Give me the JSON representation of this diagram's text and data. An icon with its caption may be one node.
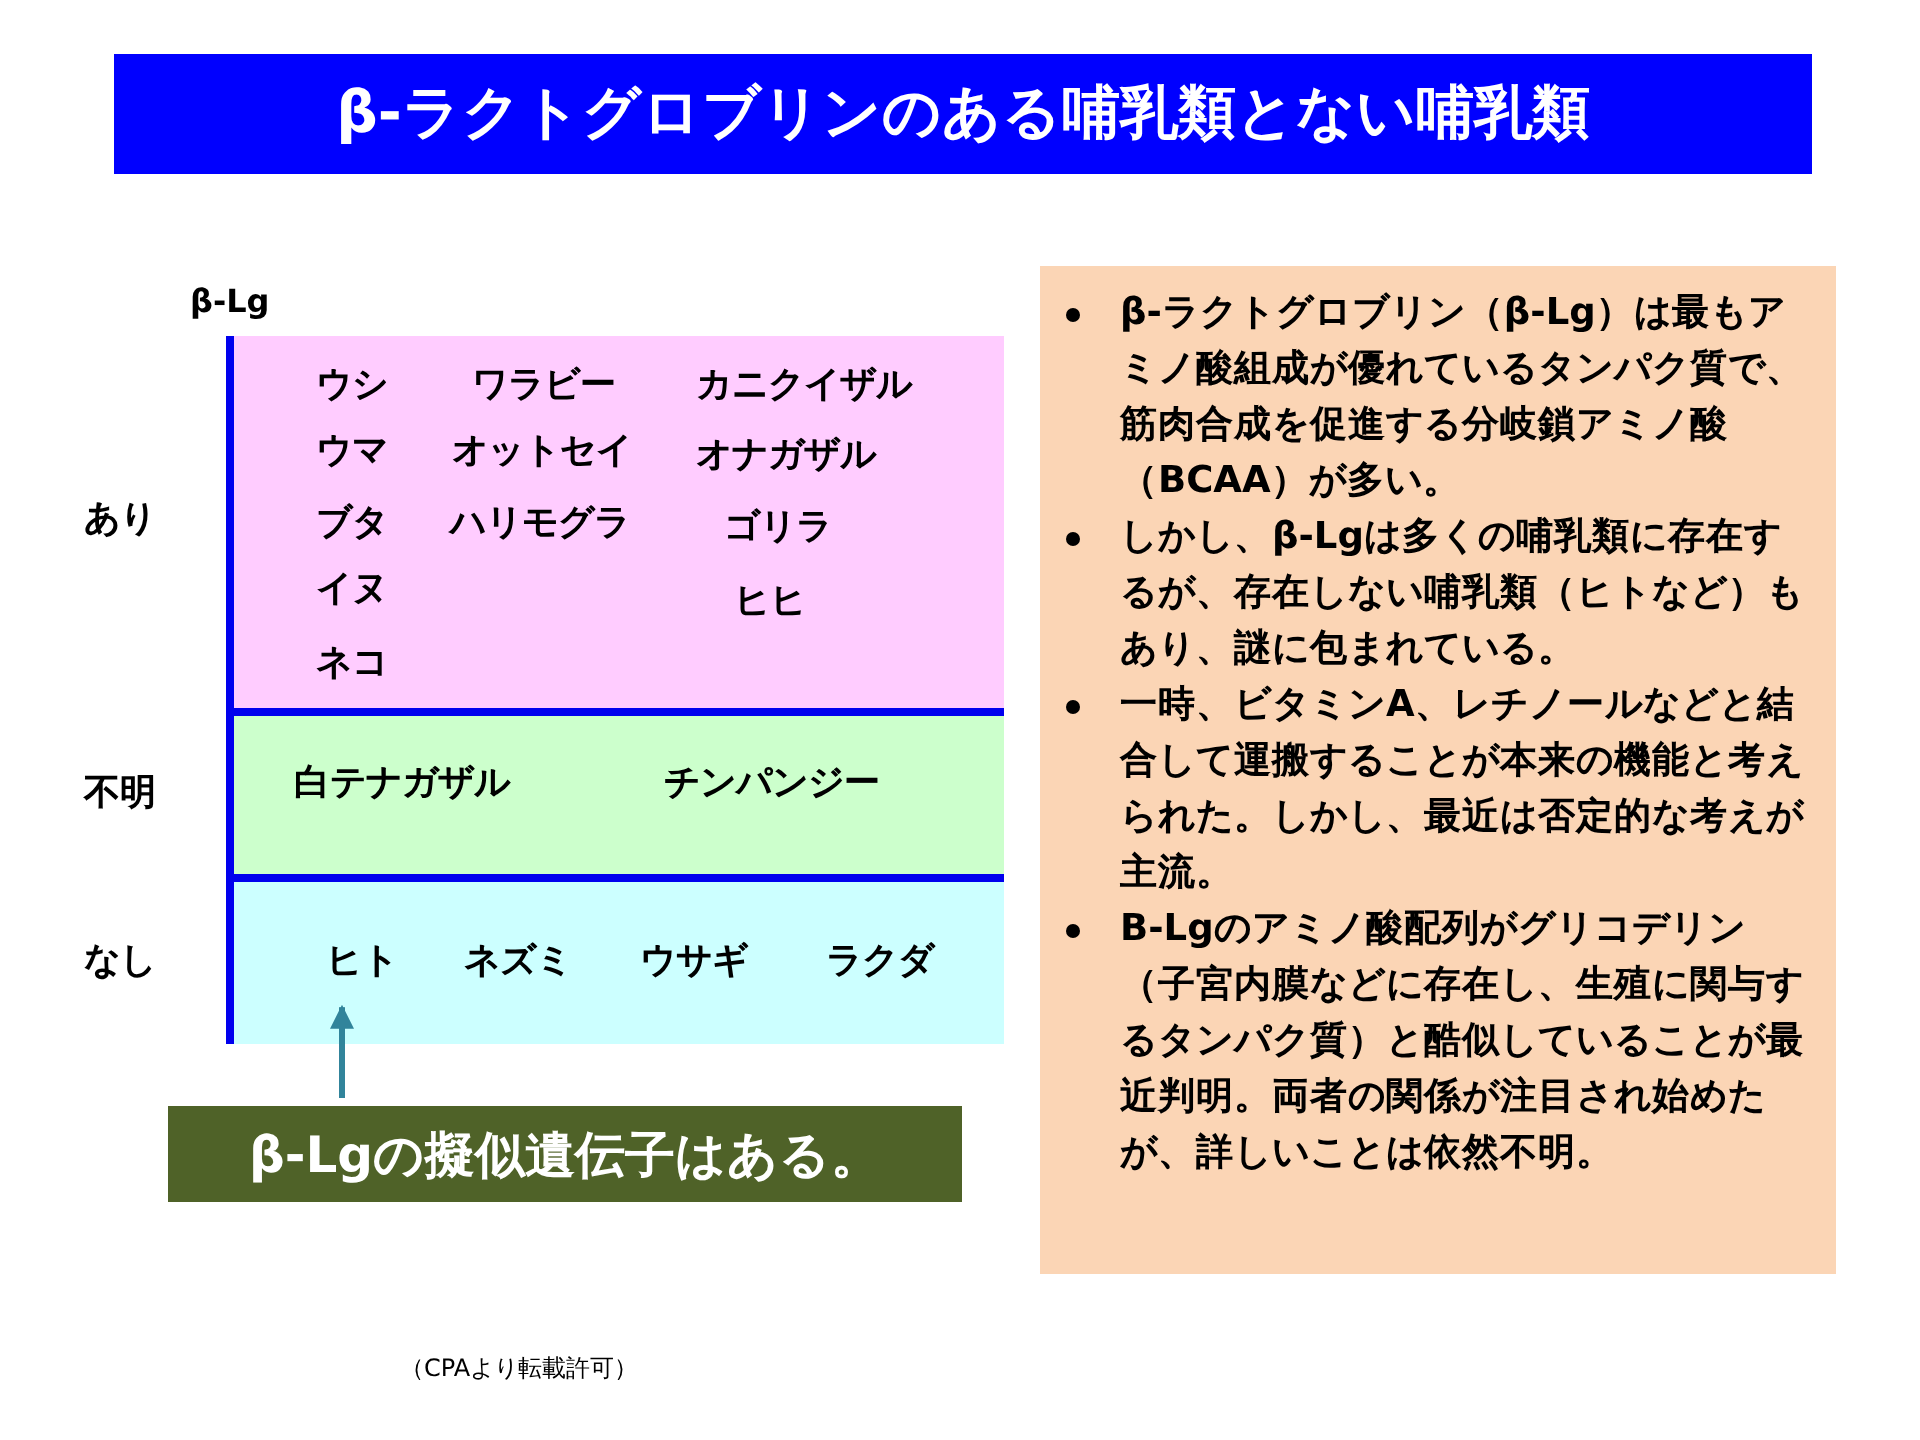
{
  "diagram": {
    "title": "β-ラクトグロブリンのある哺乳類とない哺乳類",
    "caption": "（CPAより転載許可）",
    "nodes": [
      {
        "text": [],
        "shape": "box",
        "beside": [
          "あり"
        ]
      },
      {
        "text": [
          "ウシ"
        ],
        "in": 0
      },
      {
        "text": [
          "ワラビー"
        ],
        "in": 0
      },
      {
        "text": [
          "カニクイザル"
        ],
        "in": 0
      },
      {
        "text": [
          "ウマ"
        ],
        "in": 0
      },
      {
        "text": [
          "オットセイ"
        ],
        "in": 0
      },
      {
        "text": [
          "オナガザル"
        ],
        "in": 0
      },
      {
        "text": [
          "ブタ"
        ],
        "in": 0
      },
      {
        "text": [
          "ハリモグラ"
        ],
        "in": 0
      },
      {
        "text": [
          "ゴリラ"
        ],
        "in": 0
      },
      {
        "text": [
          "イヌ"
        ],
        "in": 0
      },
      {
        "text": [
          "ヒヒ"
        ],
        "in": 0
      },
      {
        "text": [
          "ネコ"
        ],
        "in": 0
      },
      {
        "text": [],
        "shape": "box",
        "beside": [
          "不明"
        ]
      },
      {
        "text": [
          "白テナガザル"
        ],
        "in": 13
      },
      {
        "text": [
          "チンパンジー"
        ],
        "in": 13
      },
      {
        "text": [],
        "shape": "box",
        "beside": [
          "なし"
        ]
      },
      {
        "text": [
          "ヒト"
        ],
        "in": 16
      },
      {
        "text": [
          "ネズミ"
        ],
        "in": 16
      },
      {
        "text": [
          "ウサギ"
        ],
        "in": 16
      },
      {
        "text": [
          "ラクダ"
        ],
        "in": 16
      },
      {
        "text": [
          "β-Lgの擬似遺伝子はある。"
        ]
      },
      {
        "text": [
          "β-ラクトグロブリン（β-Lg）は最もアミノ酸組成が優れているタンパク質で、筋肉合成を促進する分岐鎖アミノ酸（BCAA）が多い。",
          "しかし、β-Lgは多くの哺乳類に存在するが、存在しない哺乳類（ヒトなど）もあり、謎に包まれている。",
          "一時、ビタミンA、レチノールなどと結合して運搬することが本来の機能と考えられた。しかし、最近は否定的な考えが主流。",
          "B-Lgのアミノ酸配列がグリコデリン（子宮内膜などに存在し、生殖に関与するタンパク質）と酷似していることが最近判明。両者の関係が注目され始めたが、詳しいことは依然不明。"
        ]
      }
    ],
    "edges": [
      {
        "from": 21,
        "to": 17,
        "arrow": "to",
        "color": "#31849b"
      }
    ],
    "labels": [
      "β-Lg"
    ]
  }
}
